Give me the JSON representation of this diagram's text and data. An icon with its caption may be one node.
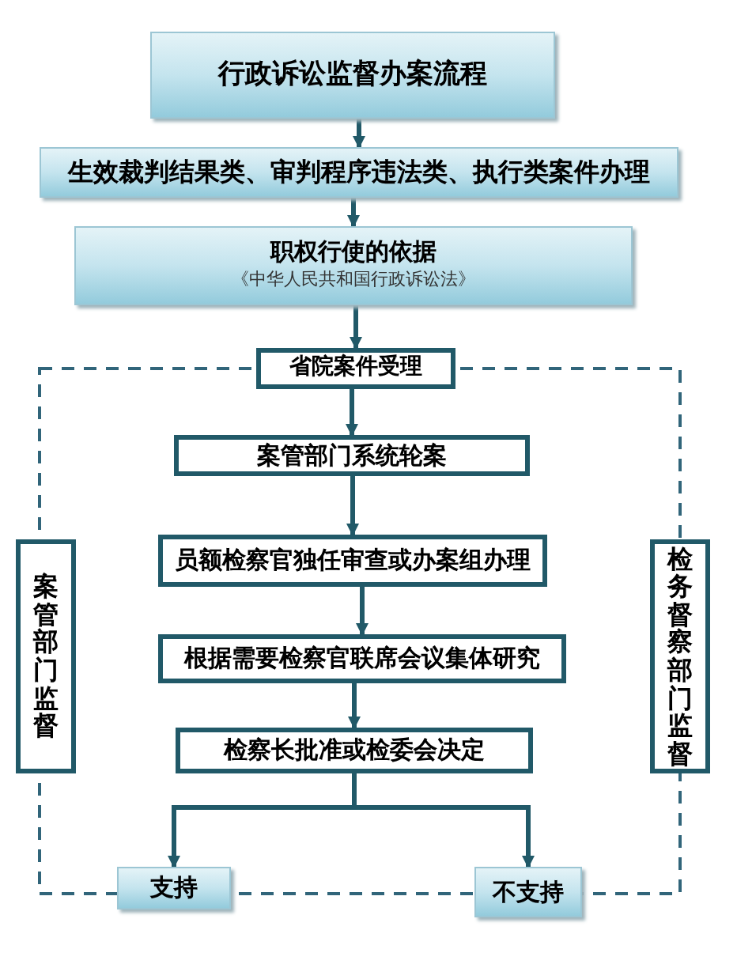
{
  "diagram": {
    "nodes": [
      {
        "text": [
          "行政诉讼监督办案流程"
        ]
      },
      {
        "text": [
          "生效裁判结果类、审判程序违法类、执行类案件办理"
        ]
      },
      {
        "text": [
          "职权行使的依据",
          "《中华人民共和国行政诉讼法》"
        ]
      },
      {
        "text": [
          "省院案件受理"
        ]
      },
      {
        "text": [
          "案管部门系统轮案"
        ]
      },
      {
        "text": [
          "员额检察官独任审查或办案组办理"
        ]
      },
      {
        "text": [
          "根据需要检察官联席会议集体研究"
        ]
      },
      {
        "text": [
          "检察长批准或检委会决定"
        ]
      },
      {
        "text": [
          "支持"
        ]
      },
      {
        "text": [
          "不支持"
        ]
      },
      {
        "text": [
          "案管部门监督"
        ]
      },
      {
        "text": [
          "检务督察部门监督"
        ]
      }
    ],
    "edges": [
      {
        "from": 0,
        "to": 1,
        "arrow": "to"
      },
      {
        "from": 1,
        "to": 2,
        "arrow": "to"
      },
      {
        "from": 2,
        "to": 3,
        "arrow": "to"
      },
      {
        "from": 3,
        "to": 4,
        "arrow": "to"
      },
      {
        "from": 4,
        "to": 5,
        "arrow": "to"
      },
      {
        "from": 5,
        "to": 6,
        "arrow": "to"
      },
      {
        "from": 6,
        "to": 7,
        "arrow": "to"
      },
      {
        "from": 7,
        "to": 8,
        "arrow": "to"
      },
      {
        "from": 7,
        "to": 9,
        "arrow": "to"
      }
    ]
  }
}
